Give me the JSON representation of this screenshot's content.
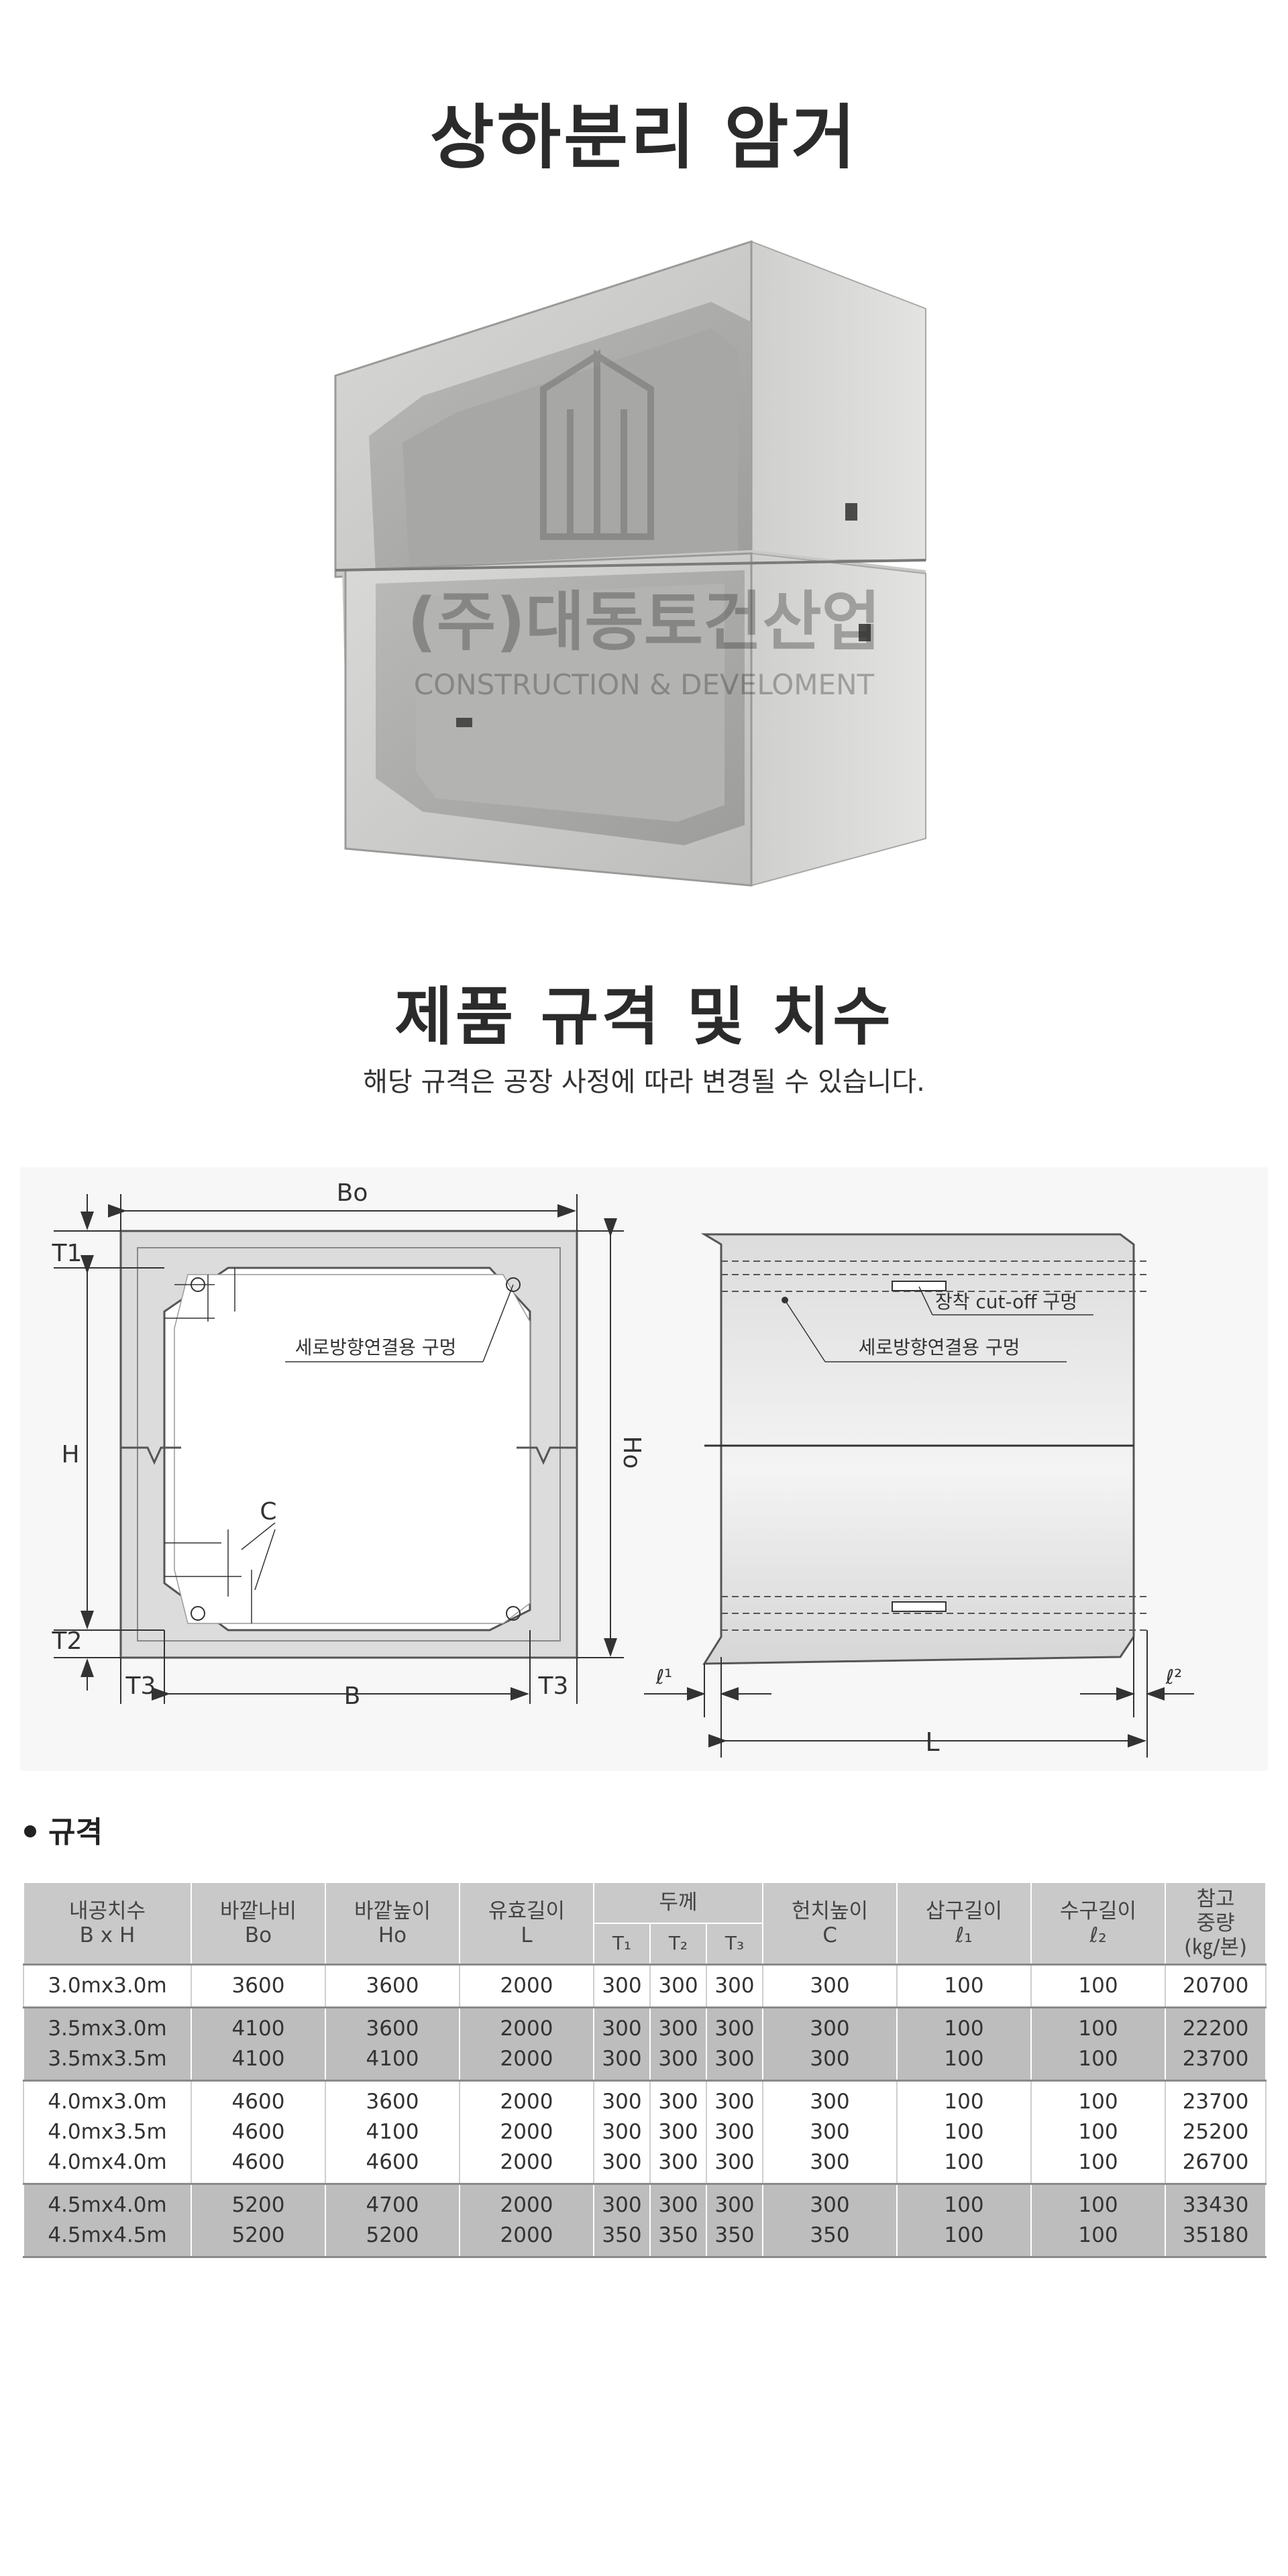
{
  "page": {
    "title": "상하분리 암거",
    "section_title": "제품 규격 및 치수",
    "subtitle": "해당 규격은 공장 사정에 따라 변경될 수 있습니다."
  },
  "watermark": {
    "company": "(주)대동토건산업",
    "tagline": "CONSTRUCTION & DEVELOMENT"
  },
  "drawing": {
    "labels": {
      "bo": "Bo",
      "t1": "T1",
      "h": "H",
      "ho": "Ho",
      "t2": "T2",
      "t3_left": "T3",
      "b": "B",
      "t3_right": "T3",
      "c": "C",
      "hole_front": "세로방향연결용 구멍",
      "cutoff": "장착 cut-off 구멍",
      "hole_side": "세로방향연결용 구멍",
      "l1": "ℓ¹",
      "l2": "ℓ²",
      "l": "L"
    }
  },
  "spec": {
    "heading": "규격",
    "headers": {
      "inner_1": "내공치수",
      "inner_2": "B x H",
      "outer_w_1": "바깥나비",
      "outer_w_2": "Bo",
      "outer_h_1": "바깥높이",
      "outer_h_2": "Ho",
      "eff_len_1": "유효길이",
      "eff_len_2": "L",
      "thickness": "두께",
      "t1": "T₁",
      "t2": "T₂",
      "t3": "T₃",
      "haunch_1": "헌치높이",
      "haunch_2": "C",
      "spigot_1": "삽구길이",
      "spigot_2": "ℓ₁",
      "socket_1": "수구길이",
      "socket_2": "ℓ₂",
      "weight_1": "참고",
      "weight_2": "중량",
      "weight_3": "(㎏/본)"
    },
    "groups": [
      {
        "shade": "white",
        "rows": [
          [
            "3.0mx3.0m",
            "3600",
            "3600",
            "2000",
            "300",
            "300",
            "300",
            "300",
            "100",
            "100",
            "20700"
          ]
        ]
      },
      {
        "shade": "grey",
        "rows": [
          [
            "3.5mx3.0m",
            "4100",
            "3600",
            "2000",
            "300",
            "300",
            "300",
            "300",
            "100",
            "100",
            "22200"
          ],
          [
            "3.5mx3.5m",
            "4100",
            "4100",
            "2000",
            "300",
            "300",
            "300",
            "300",
            "100",
            "100",
            "23700"
          ]
        ]
      },
      {
        "shade": "white",
        "rows": [
          [
            "4.0mx3.0m",
            "4600",
            "3600",
            "2000",
            "300",
            "300",
            "300",
            "300",
            "100",
            "100",
            "23700"
          ],
          [
            "4.0mx3.5m",
            "4600",
            "4100",
            "2000",
            "300",
            "300",
            "300",
            "300",
            "100",
            "100",
            "25200"
          ],
          [
            "4.0mx4.0m",
            "4600",
            "4600",
            "2000",
            "300",
            "300",
            "300",
            "300",
            "100",
            "100",
            "26700"
          ]
        ]
      },
      {
        "shade": "grey",
        "rows": [
          [
            "4.5mx4.0m",
            "5200",
            "4700",
            "2000",
            "300",
            "300",
            "300",
            "300",
            "100",
            "100",
            "33430"
          ],
          [
            "4.5mx4.5m",
            "5200",
            "5200",
            "2000",
            "350",
            "350",
            "350",
            "350",
            "100",
            "100",
            "35180"
          ]
        ]
      }
    ]
  }
}
